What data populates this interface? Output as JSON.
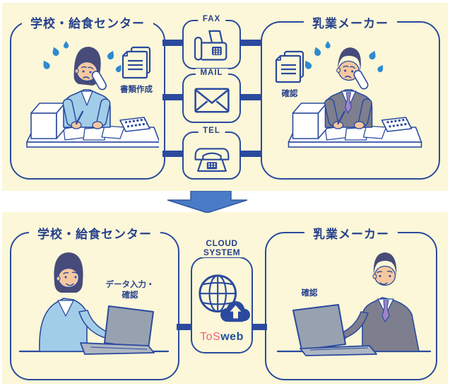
{
  "diagram": {
    "before": {
      "school": {
        "title": "学校・給食センター",
        "caption": "書類作成"
      },
      "maker": {
        "title": "乳業メーカー",
        "caption": "確認"
      },
      "channels": [
        {
          "label": "FAX"
        },
        {
          "label": "MAIL"
        },
        {
          "label": "TEL"
        }
      ]
    },
    "after": {
      "school": {
        "title": "学校・給食センター",
        "caption_line1": "データ入力・",
        "caption_line2": "確認"
      },
      "maker": {
        "title": "乳業メーカー",
        "caption": "確認"
      },
      "cloud": {
        "label_line1": "CLOUD",
        "label_line2": "SYSTEM",
        "logo_part1": "ToS",
        "logo_part2": "web"
      }
    },
    "colors": {
      "section_background": "#fbf7d8",
      "line": "#2b4a9e",
      "arrow": "#4a7bc7",
      "logo_pink": "#f0607e",
      "logo_blue": "#1d4f9e",
      "sweat_drop": "#2f8ace"
    }
  }
}
